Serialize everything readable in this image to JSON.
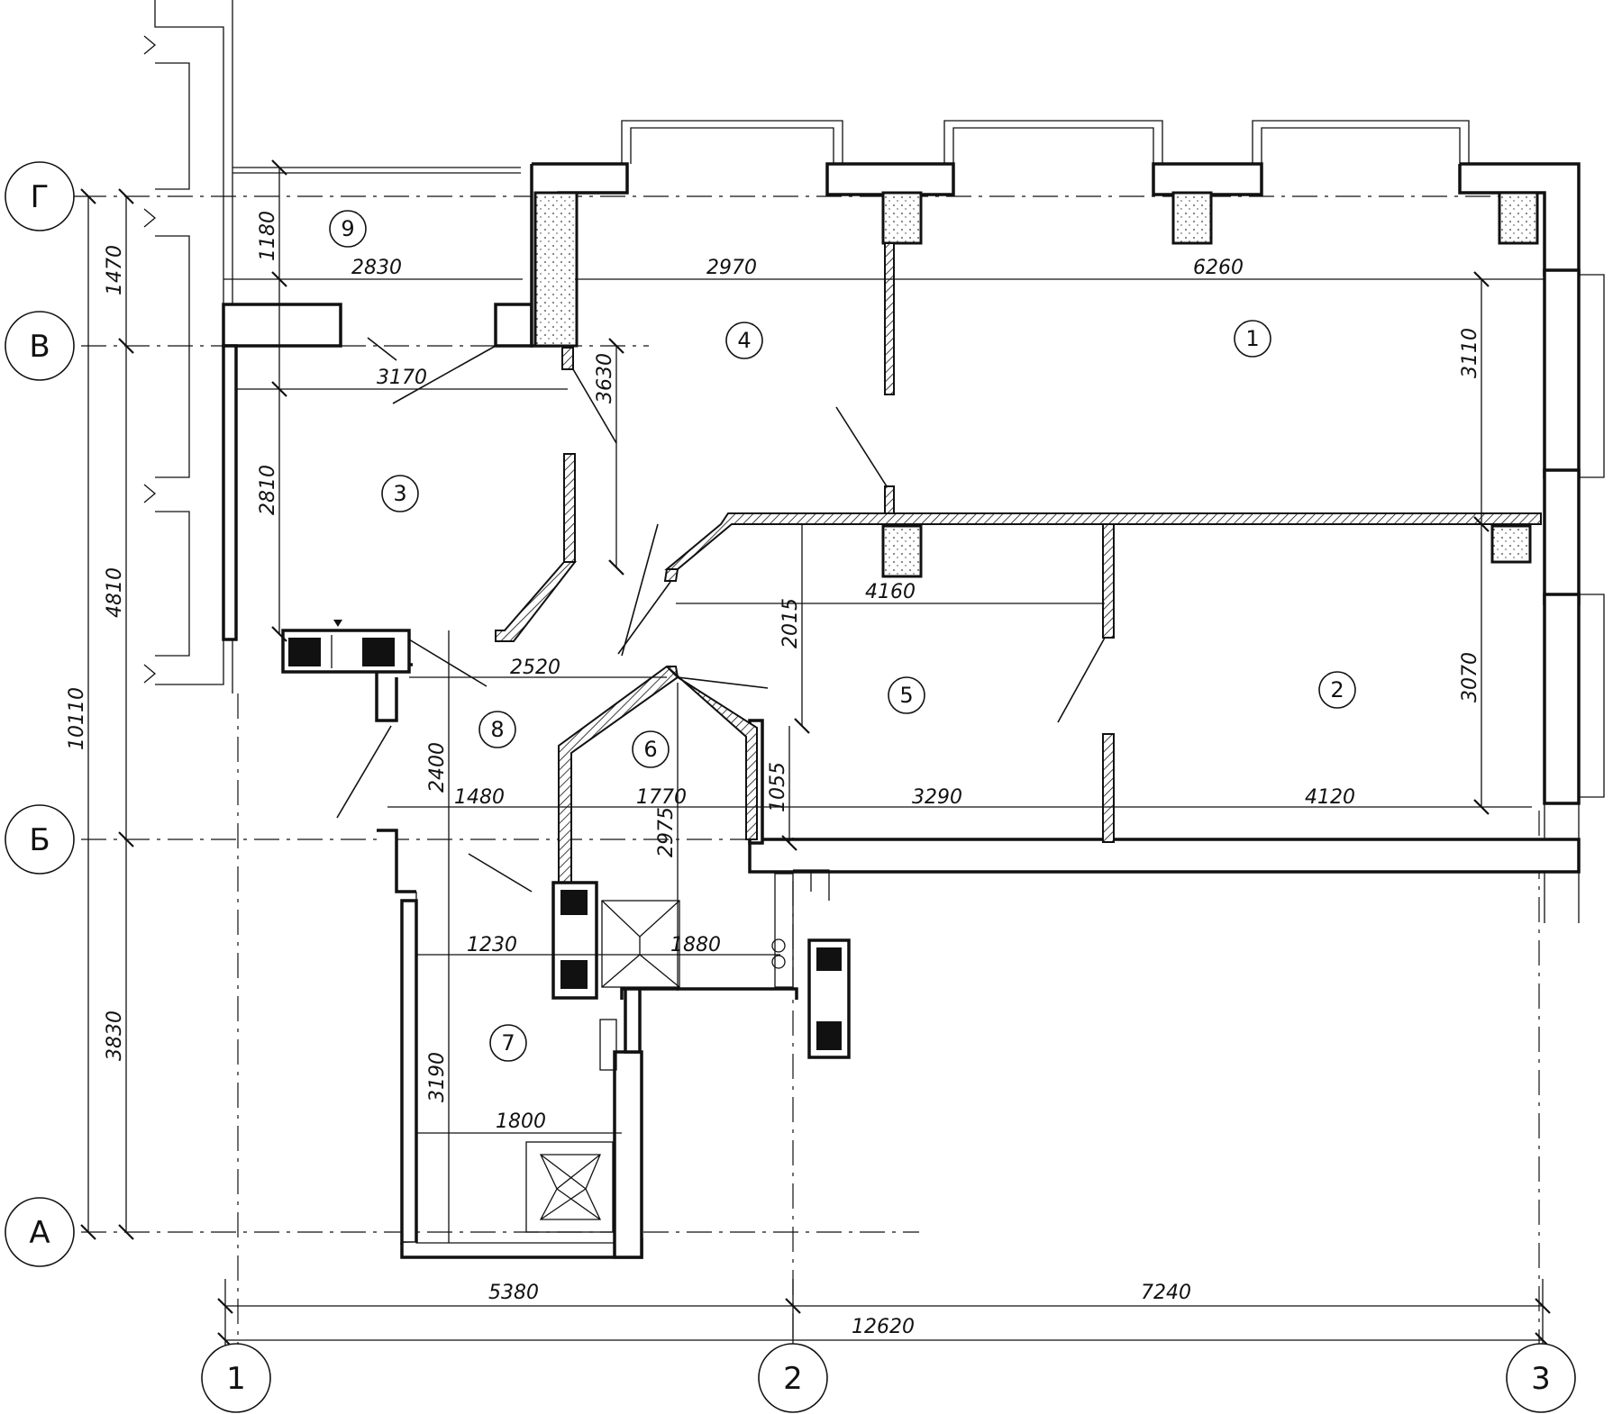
{
  "axes": {
    "letters": [
      "Г",
      "В",
      "Б",
      "А"
    ],
    "numbers": [
      "1",
      "2",
      "3"
    ]
  },
  "rooms": [
    "1",
    "2",
    "3",
    "4",
    "5",
    "6",
    "7",
    "8",
    "9"
  ],
  "dimensions": {
    "d2830": "2830",
    "d2970": "2970",
    "d6260": "6260",
    "d3170": "3170",
    "d3630": "3630",
    "d3110": "3110",
    "d1180": "1180",
    "d2810": "2810",
    "d4160": "4160",
    "d2015": "2015",
    "d2520": "2520",
    "d3070": "3070",
    "d2400": "2400",
    "d1480": "1480",
    "d1770": "1770",
    "d2975": "2975",
    "d1055": "1055",
    "d3290": "3290",
    "d4120": "4120",
    "d1230": "1230",
    "d1880": "1880",
    "d3190": "3190",
    "d1800": "1800",
    "d1470": "1470",
    "d4810": "4810",
    "d10110": "10110",
    "d3830": "3830",
    "d5380": "5380",
    "d7240": "7240",
    "d12620": "12620"
  }
}
